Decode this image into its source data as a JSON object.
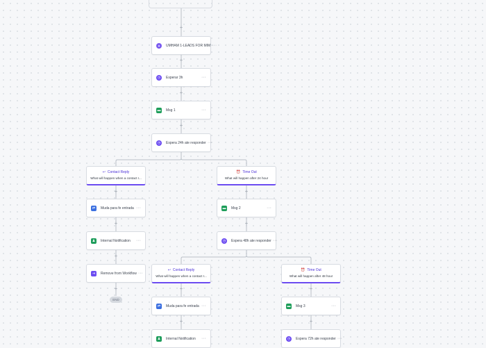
{
  "colors": {
    "accent": "#6c4cf1",
    "message_green": "#1e9e5a",
    "wait_purple": "#6c4cf1",
    "action_blue": "#3b6fe0",
    "notification_green": "#1f9d5c"
  },
  "nodes": {
    "n_sms_leads": {
      "label": "UMHAM 1-LEADS FOR MIM",
      "icon": "drop-icon"
    },
    "n_wait_3h": {
      "label": "Esperar 3h",
      "icon": "clock-icon"
    },
    "n_msg1": {
      "label": "Msg 1",
      "icon": "message-icon"
    },
    "n_wait_24": {
      "label": "Espera 24h ate responder",
      "icon": "clock-icon"
    },
    "l_move_stage": {
      "label": "Muda para fe entrada",
      "icon": "pipeline-icon"
    },
    "l_internal_notif": {
      "label": "Internal Notification",
      "icon": "bell-icon"
    },
    "l_remove_wf": {
      "label": "Remove from Workflow",
      "icon": "exit-icon"
    },
    "r_msg2": {
      "label": "Msg 2",
      "icon": "message-icon"
    },
    "r_wait_48": {
      "label": "Espera 48h ate responder",
      "icon": "clock-icon"
    },
    "rl_move_stage": {
      "label": "Muda para fe entrada",
      "icon": "pipeline-icon"
    },
    "rl_internal_notif": {
      "label": "Internal Notification",
      "icon": "bell-icon"
    },
    "rr_msg3": {
      "label": "Msg 3",
      "icon": "message-icon"
    },
    "rr_wait_72": {
      "label": "Espera 72h ate responder",
      "icon": "clock-icon"
    }
  },
  "branches": {
    "b1_reply": {
      "title": "Contact Reply",
      "subtitle": "What will happen when a contact r...",
      "icon": "reply-icon"
    },
    "b1_timeout": {
      "title": "Time Out",
      "subtitle": "What will happen after 24 hour",
      "icon": "alarm-icon"
    },
    "b2_reply": {
      "title": "Contact Reply",
      "subtitle": "What will happen when a contact r...",
      "icon": "reply-icon"
    },
    "b2_timeout": {
      "title": "Time Out",
      "subtitle": "What will happen after 48 hour",
      "icon": "alarm-icon"
    }
  },
  "end_label": "END",
  "more_glyph": "···",
  "plus_glyph": "+"
}
